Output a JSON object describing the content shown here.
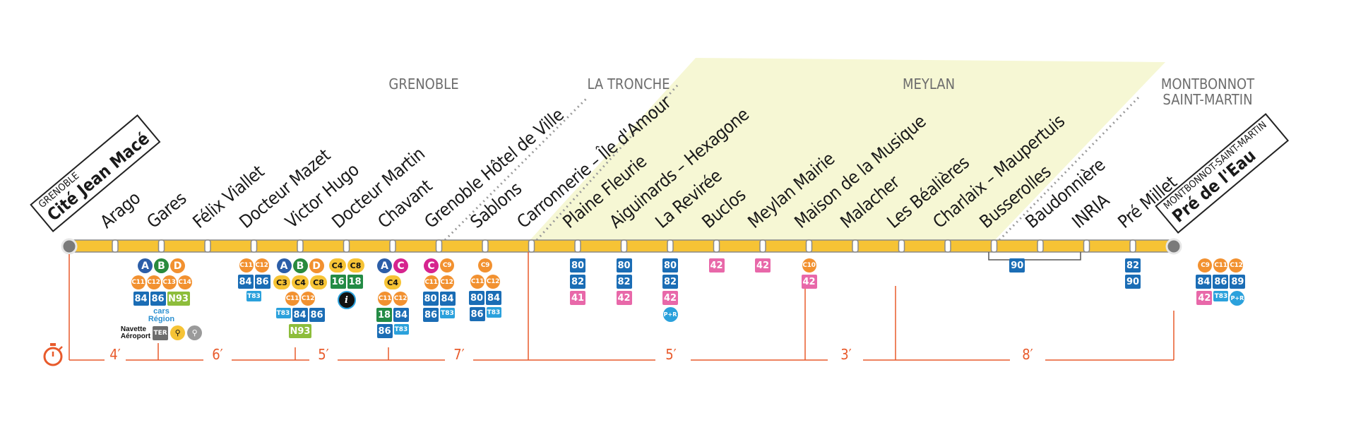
{
  "colors": {
    "line": "#f6c335",
    "line_border": "#7d7d7d",
    "zone_fill": "#f6f7d4",
    "timeline": "#e85a2b",
    "orange": "#f29130",
    "blue": "#1b6db5",
    "lightblue": "#2ba1dc",
    "pink": "#e868a9",
    "green_A": "#2a8a3d",
    "blue_A": "#2c5ea8",
    "magenta": "#d6248f",
    "yellow": "#f6c335",
    "lime": "#8dbd3b",
    "darkgreen": "#238b45"
  },
  "zones": [
    {
      "key": "grenoble",
      "lines": [
        "GRENOBLE"
      ]
    },
    {
      "key": "la_tronche",
      "lines": [
        "LA TRONCHE"
      ]
    },
    {
      "key": "meylan",
      "lines": [
        "MEYLAN"
      ]
    },
    {
      "key": "montbonnot",
      "lines": [
        "MONTBONNOT",
        "SAINT-MARTIN"
      ]
    }
  ],
  "terminus_start": {
    "city": "GRENOBLE",
    "name": "Cité Jean Macé"
  },
  "terminus_end": {
    "city": "MONTBONNOT-SAINT-MARTIN",
    "name": "Pré de l'Eau"
  },
  "stops": [
    "Arago",
    "Gares",
    "Félix Viallet",
    "Docteur Mazet",
    "Victor Hugo",
    "Docteur Martin",
    "Chavant",
    "Grenoble Hôtel de Ville",
    "Sablons",
    "Carronnerie – Île d'Amour",
    "Plaine Fleurie",
    "Aiguinards – Hexagone",
    "La Revirée",
    "Buclos",
    "Meylan Mairie",
    "Maison de la Musique",
    "Malacher",
    "Les Béalières",
    "Charlaix – Maupertuis",
    "Busserolles",
    "Baudonnière",
    "INRIA",
    "Pré Millet"
  ],
  "connections": {
    "gares": {
      "rows": [
        [
          "A",
          "B",
          "D"
        ],
        [
          "C11",
          "C12",
          "C13",
          "C14"
        ],
        [
          "84",
          "86",
          "N93"
        ]
      ],
      "extra": {
        "cars": "cars",
        "region": "Région",
        "navette": "Navette",
        "aeroport": "Aéroport",
        "ter": "TER"
      }
    },
    "docteur_mazet": {
      "rows": [
        [
          "C11",
          "C12"
        ],
        [
          "84",
          "86"
        ],
        [
          "T83"
        ]
      ]
    },
    "victor_hugo": {
      "rows": [
        [
          "A",
          "B",
          "D"
        ],
        [
          "C3",
          "C4",
          "C8"
        ],
        [
          "C11",
          "C12"
        ],
        [
          "T83",
          "84",
          "86"
        ],
        [
          "N93"
        ]
      ]
    },
    "docteur_martin": {
      "rows": [
        [
          "C4",
          "C8"
        ],
        [
          "16",
          "18"
        ],
        [
          "i"
        ]
      ]
    },
    "chavant": {
      "rows": [
        [
          "A",
          "C"
        ],
        [
          "C4"
        ],
        [
          "C11",
          "C12"
        ],
        [
          "18",
          "84"
        ],
        [
          "86",
          "T83"
        ]
      ]
    },
    "hotel_de_ville": {
      "rows": [
        [
          "C",
          "C9"
        ],
        [
          "C11",
          "C12"
        ],
        [
          "80",
          "84"
        ],
        [
          "86",
          "T83"
        ]
      ]
    },
    "sablons": {
      "rows": [
        [
          "C9"
        ],
        [
          "C11",
          "C12"
        ],
        [
          "80",
          "84"
        ],
        [
          "86",
          "T83"
        ]
      ]
    },
    "plaine_fleurie": {
      "rows": [
        [
          "80"
        ],
        [
          "82"
        ],
        [
          "41"
        ]
      ]
    },
    "aiguinards": {
      "rows": [
        [
          "80"
        ],
        [
          "82"
        ],
        [
          "42"
        ]
      ]
    },
    "la_reviree": {
      "rows": [
        [
          "80"
        ],
        [
          "82"
        ],
        [
          "42"
        ],
        [
          "P+R"
        ]
      ]
    },
    "buclos": {
      "rows": [
        [
          "42"
        ]
      ]
    },
    "meylan_mairie": {
      "rows": [
        [
          "42"
        ]
      ]
    },
    "maison_musique": {
      "rows": [
        [
          "C10"
        ],
        [
          "42"
        ]
      ]
    },
    "busserolles_baudonniere": {
      "rows": [
        [
          "90"
        ]
      ]
    },
    "pre_millet": {
      "rows": [
        [
          "82"
        ],
        [
          "90"
        ]
      ]
    },
    "pre_de_leau": {
      "rows": [
        [
          "C9",
          "C11",
          "C12"
        ],
        [
          "84",
          "86",
          "89"
        ],
        [
          "42",
          "T83",
          "P+R"
        ]
      ]
    }
  },
  "travel_times": [
    "4′",
    "6′",
    "5′",
    "7′",
    "5′",
    "3′",
    "8′"
  ]
}
